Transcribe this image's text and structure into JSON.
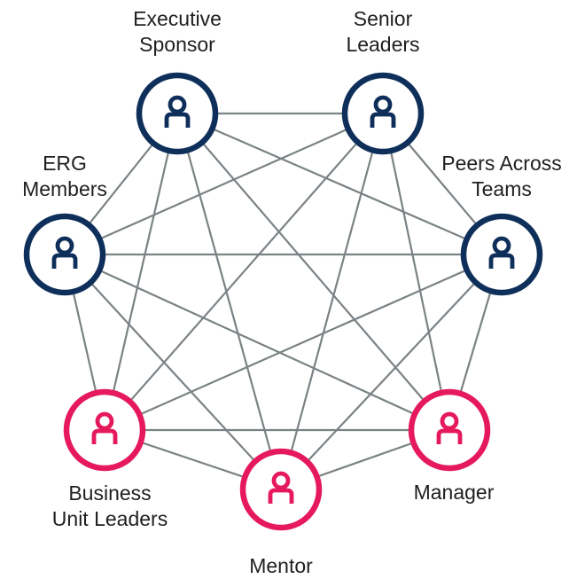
{
  "colors": {
    "leadership": "#0e2f5a",
    "development": "#e5195c",
    "connector": "#7b8285"
  },
  "nodes": [
    {
      "id": "executive-sponsor",
      "label_lines": [
        "Executive",
        "Sponsor"
      ],
      "group": "leadership",
      "icon": "person-icon"
    },
    {
      "id": "senior-leaders",
      "label_lines": [
        "Senior",
        "Leaders"
      ],
      "group": "leadership",
      "icon": "person-icon"
    },
    {
      "id": "peers-across-teams",
      "label_lines": [
        "Peers Across",
        "Teams"
      ],
      "group": "leadership",
      "icon": "person-icon"
    },
    {
      "id": "manager",
      "label_lines": [
        "Manager"
      ],
      "group": "development",
      "icon": "person-icon"
    },
    {
      "id": "mentor",
      "label_lines": [
        "Mentor"
      ],
      "group": "development",
      "icon": "person-icon"
    },
    {
      "id": "business-unit-leaders",
      "label_lines": [
        "Business",
        "Unit Leaders"
      ],
      "group": "development",
      "icon": "person-icon"
    },
    {
      "id": "erg-members",
      "label_lines": [
        "ERG",
        "Members"
      ],
      "group": "leadership",
      "icon": "person-icon"
    }
  ]
}
